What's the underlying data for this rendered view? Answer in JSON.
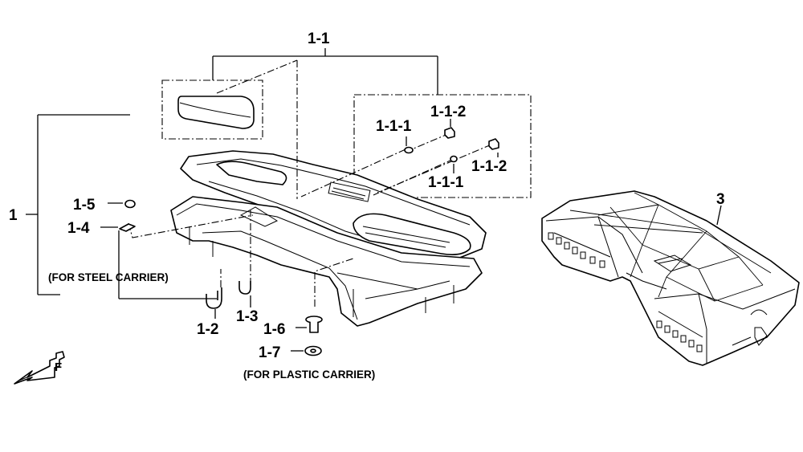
{
  "labels": {
    "assy_1_1": "1-1",
    "assy_1_1_1_a": "1-1-1",
    "assy_1_1_2_a": "1-1-2",
    "assy_1_1_2_b": "1-1-2",
    "assy_1_1_1_b": "1-1-1",
    "assy_3": "3",
    "assy_1": "1",
    "part_1_5": "1-5",
    "part_1_4": "1-4",
    "part_1_2": "1-2",
    "part_1_3": "1-3",
    "part_1_6": "1-6",
    "part_1_7": "1-7"
  },
  "notes": {
    "steel": "(FOR STEEL CARRIER)",
    "plastic": "(FOR PLASTIC CARRIER)"
  },
  "icons": {
    "front": "front-arrow-icon",
    "front_letter": "F"
  }
}
